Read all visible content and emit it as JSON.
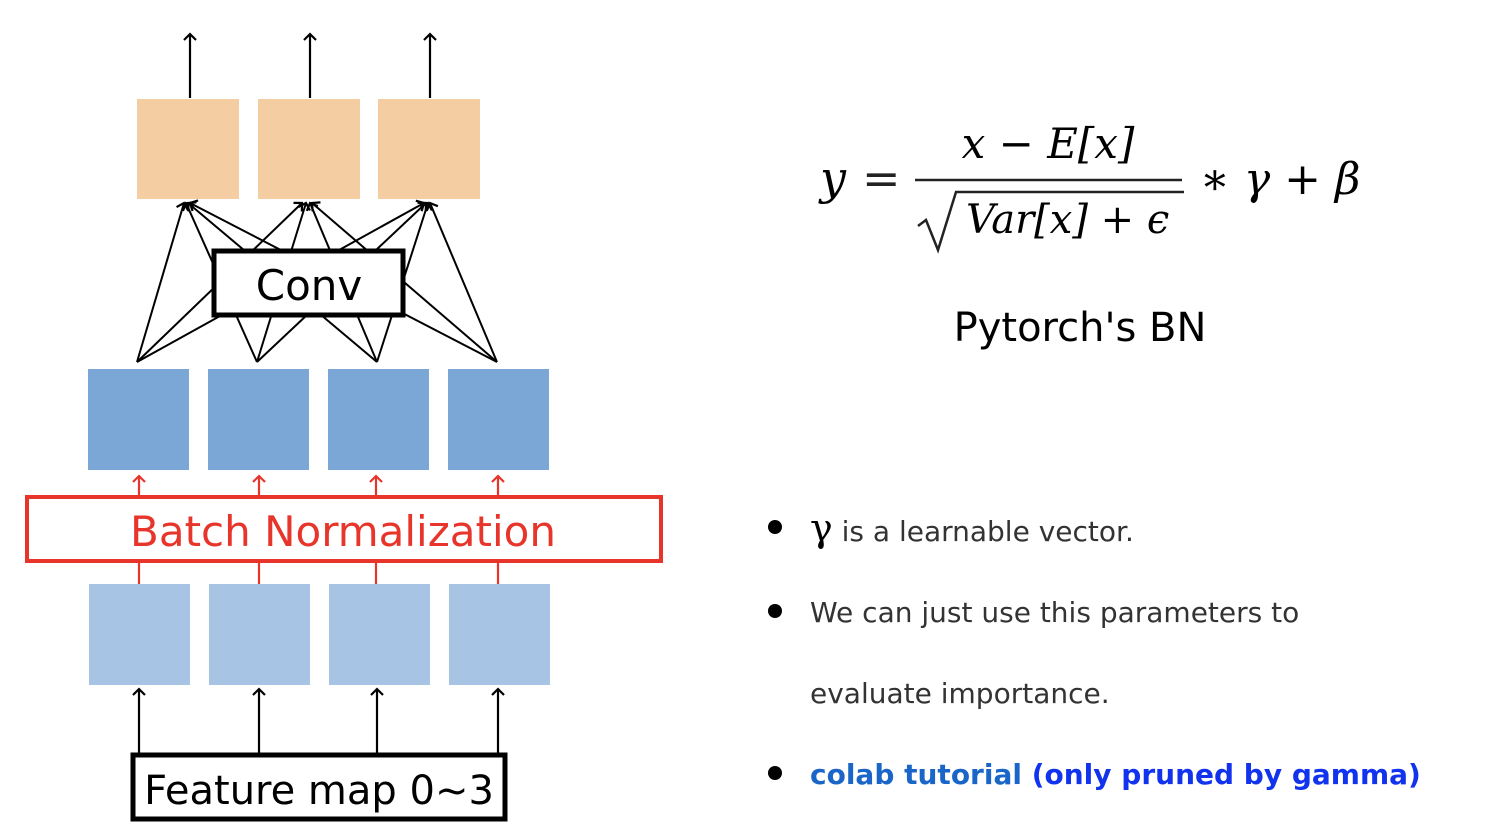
{
  "diagram": {
    "conv_label": "Conv",
    "bn_label": "Batch Normalization",
    "input_label": "Feature map 0~3",
    "colors": {
      "output_box": "#f4cda3",
      "mid_box": "#7ba7d7",
      "input_box": "#a7c4e4",
      "bn_red": "#e8352b"
    }
  },
  "formula": {
    "lhs": "y",
    "numerator": "x − E[x]",
    "denominator": "Var[x] + ϵ",
    "tail": "∗ γ + β"
  },
  "caption": "Pytorch's BN",
  "bullets": {
    "b1_symbol": "γ",
    "b1_text": " is a learnable vector.",
    "b2_line1": "We can just use this parameters to",
    "b2_line2": "evaluate importance.",
    "b3_link": "colab tutorial",
    "b3_note": " (only pruned by gamma)"
  }
}
